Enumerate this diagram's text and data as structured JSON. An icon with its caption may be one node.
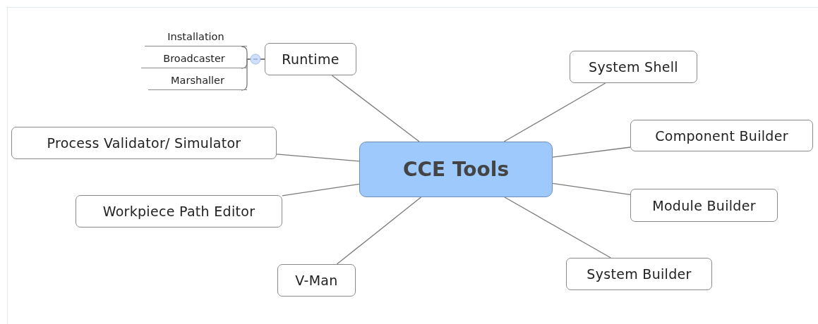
{
  "diagram": {
    "nodes": [
      {
        "text": [
          "CCE Tools"
        ]
      },
      {
        "text": [
          "Runtime"
        ]
      },
      {
        "text": [
          "Installation"
        ]
      },
      {
        "text": [
          "Broadcaster"
        ]
      },
      {
        "text": [
          "Marshaller"
        ]
      },
      {
        "text": [
          "System Shell"
        ]
      },
      {
        "text": [
          "Component Builder"
        ]
      },
      {
        "text": [
          "Module Builder"
        ]
      },
      {
        "text": [
          "System Builder"
        ]
      },
      {
        "text": [
          "V-Man"
        ]
      },
      {
        "text": [
          "Workpiece Path Editor"
        ]
      },
      {
        "text": [
          "Process Validator/ Simulator"
        ]
      }
    ],
    "edges": [
      {
        "from": 0,
        "to": 1,
        "arrow": "none"
      },
      {
        "from": 1,
        "to": 2,
        "arrow": "none"
      },
      {
        "from": 1,
        "to": 3,
        "arrow": "none"
      },
      {
        "from": 1,
        "to": 4,
        "arrow": "none"
      },
      {
        "from": 0,
        "to": 5,
        "arrow": "none"
      },
      {
        "from": 0,
        "to": 6,
        "arrow": "none"
      },
      {
        "from": 0,
        "to": 7,
        "arrow": "none"
      },
      {
        "from": 0,
        "to": 8,
        "arrow": "none"
      },
      {
        "from": 0,
        "to": 9,
        "arrow": "none"
      },
      {
        "from": 0,
        "to": 10,
        "arrow": "none"
      },
      {
        "from": 0,
        "to": 11,
        "arrow": "none"
      }
    ]
  }
}
